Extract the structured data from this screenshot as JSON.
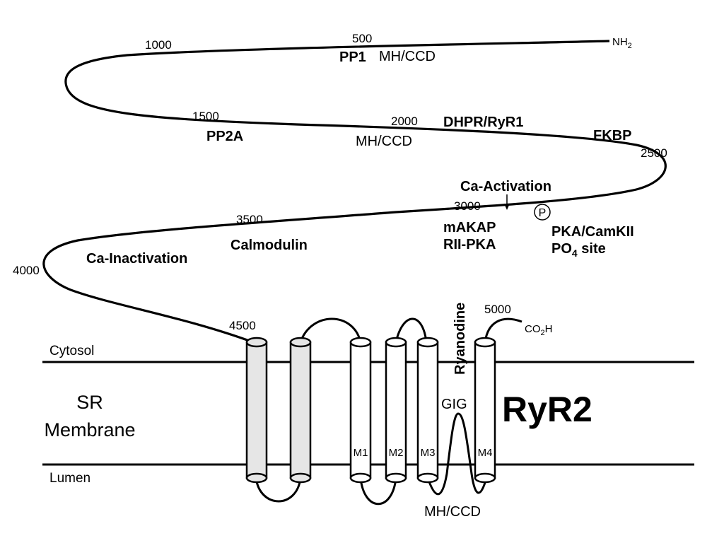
{
  "diagram": {
    "title": "RyR2",
    "terminus": {
      "nh2": "NH",
      "nh2_sub": "2",
      "co2h_a": "CO",
      "co2h_sub": "2",
      "co2h_b": "H"
    },
    "residues": {
      "r500": "500",
      "r1000": "1000",
      "r1500": "1500",
      "r2000": "2000",
      "r2500": "2500",
      "r3000": "3000",
      "r3500": "3500",
      "r4000": "4000",
      "r4500": "4500",
      "r5000": "5000"
    },
    "sites": {
      "pp1": "PP1",
      "mhccd_1": "MH/CCD",
      "pp2a": "PP2A",
      "mhccd_2": "MH/CCD",
      "dhpr": "DHPR/RyR1",
      "fkbp": "FKBP",
      "ca_activation": "Ca-Activation",
      "makap": "mAKAP",
      "rii_pka": "RII-PKA",
      "phospho_symbol": "P",
      "pka_camkii": "PKA/CamKII",
      "po4_a": "PO",
      "po4_sub": "4",
      "po4_b": " site",
      "calmodulin": "Calmodulin",
      "ca_inactivation": "Ca-Inactivation",
      "ryanodine": "Ryanodine",
      "gig": "GIG",
      "mhccd_3": "MH/CCD"
    },
    "membrane": {
      "cytosol": "Cytosol",
      "sr_line1": "SR",
      "sr_line2": "Membrane",
      "lumen": "Lumen"
    },
    "helices": {
      "m1": "M1",
      "m2": "M2",
      "m3": "M3",
      "m4": "M4"
    },
    "colors": {
      "line": "#000000",
      "shaded_helix": "#e6e6e6",
      "open_helix": "#ffffff"
    }
  }
}
